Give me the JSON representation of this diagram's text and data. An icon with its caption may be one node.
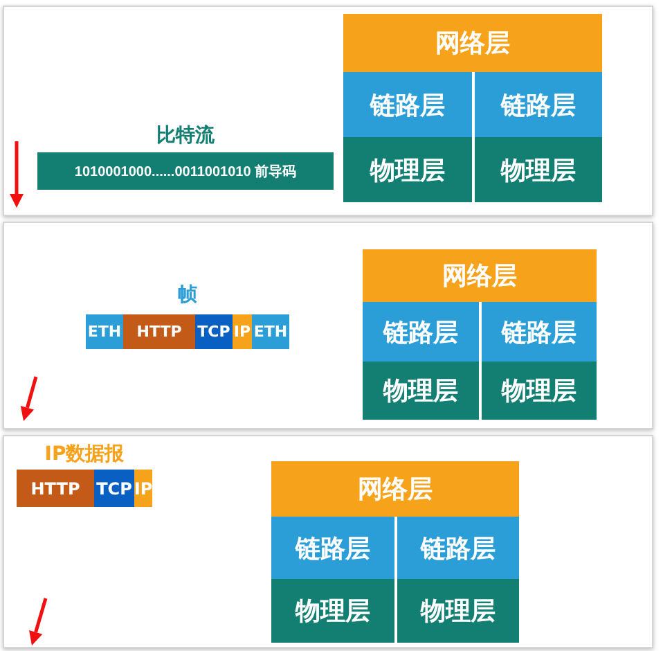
{
  "diagram": {
    "nodes": [
      {
        "text": [
          "比特流",
          "1010001000......0011001010 前导码"
        ]
      },
      {
        "text": [
          "网络层"
        ]
      },
      {
        "text": [
          "链路层"
        ]
      },
      {
        "text": [
          "链路层"
        ]
      },
      {
        "text": [
          "物理层"
        ]
      },
      {
        "text": [
          "物理层"
        ]
      },
      {
        "text": [
          "帧"
        ]
      },
      {
        "text": [
          "ETH"
        ],
        "in": 6
      },
      {
        "text": [
          "HTTP"
        ],
        "in": 6
      },
      {
        "text": [
          "TCP"
        ],
        "in": 6
      },
      {
        "text": [
          "IP"
        ],
        "in": 6
      },
      {
        "text": [
          "ETH"
        ],
        "in": 6
      },
      {
        "text": [
          "网络层"
        ]
      },
      {
        "text": [
          "链路层"
        ]
      },
      {
        "text": [
          "链路层"
        ]
      },
      {
        "text": [
          "物理层"
        ]
      },
      {
        "text": [
          "物理层"
        ]
      },
      {
        "text": [
          "IP数据报"
        ]
      },
      {
        "text": [
          "HTTP"
        ],
        "in": 17
      },
      {
        "text": [
          "TCP"
        ],
        "in": 17
      },
      {
        "text": [
          "IP"
        ],
        "in": 17
      },
      {
        "text": [
          "网络层"
        ]
      },
      {
        "text": [
          "链路层"
        ]
      },
      {
        "text": [
          "链路层"
        ]
      },
      {
        "text": [
          "物理层"
        ]
      },
      {
        "text": [
          "物理层"
        ]
      }
    ],
    "edges": []
  }
}
